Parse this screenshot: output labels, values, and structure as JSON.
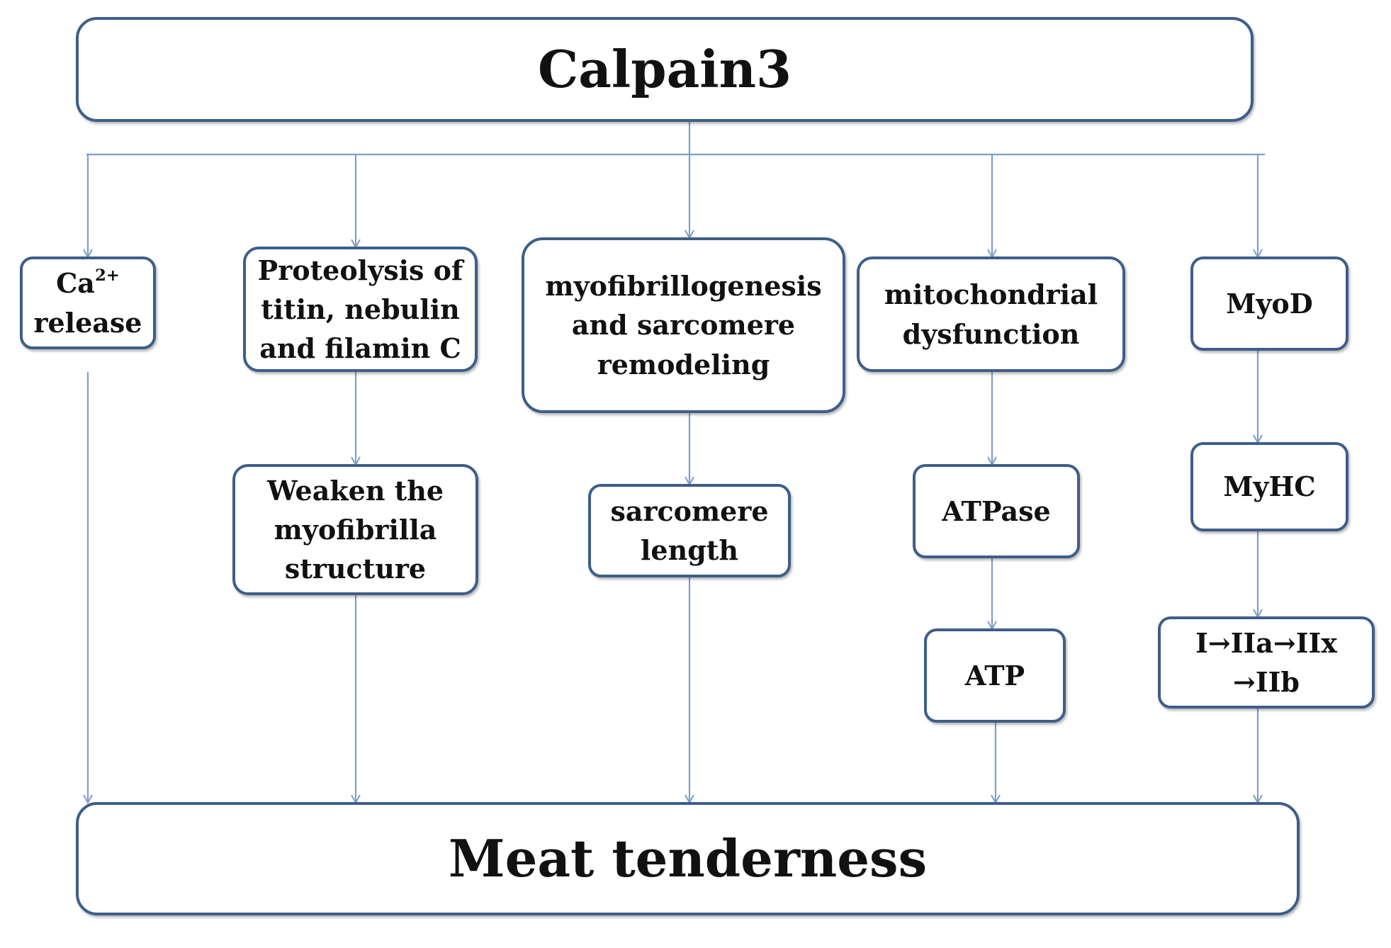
{
  "diagram": {
    "title": "Calpain3",
    "outcome": "Meat tenderness",
    "ca": {
      "base": "Ca",
      "sup": "2+",
      "line2": "release"
    },
    "proteolysis": [
      "Proteolysis of",
      "titin, nebulin",
      "and filamin C"
    ],
    "weaken": [
      "Weaken the",
      "myofibrilla",
      "structure"
    ],
    "myofib": [
      "myofibrillogenesis",
      "and sarcomere",
      "remodeling"
    ],
    "sarcomere": [
      "sarcomere",
      "length"
    ],
    "mito": [
      "mitochondrial",
      "dysfunction"
    ],
    "atpase": "ATPase",
    "atp": "ATP",
    "myod": "MyoD",
    "myhc": "MyHC",
    "fiber": [
      "I→IIa→IIx",
      "→IIb"
    ]
  },
  "colors": {
    "border": "#3e5e8a",
    "line": "#7f9ec6",
    "text": "#111111"
  }
}
